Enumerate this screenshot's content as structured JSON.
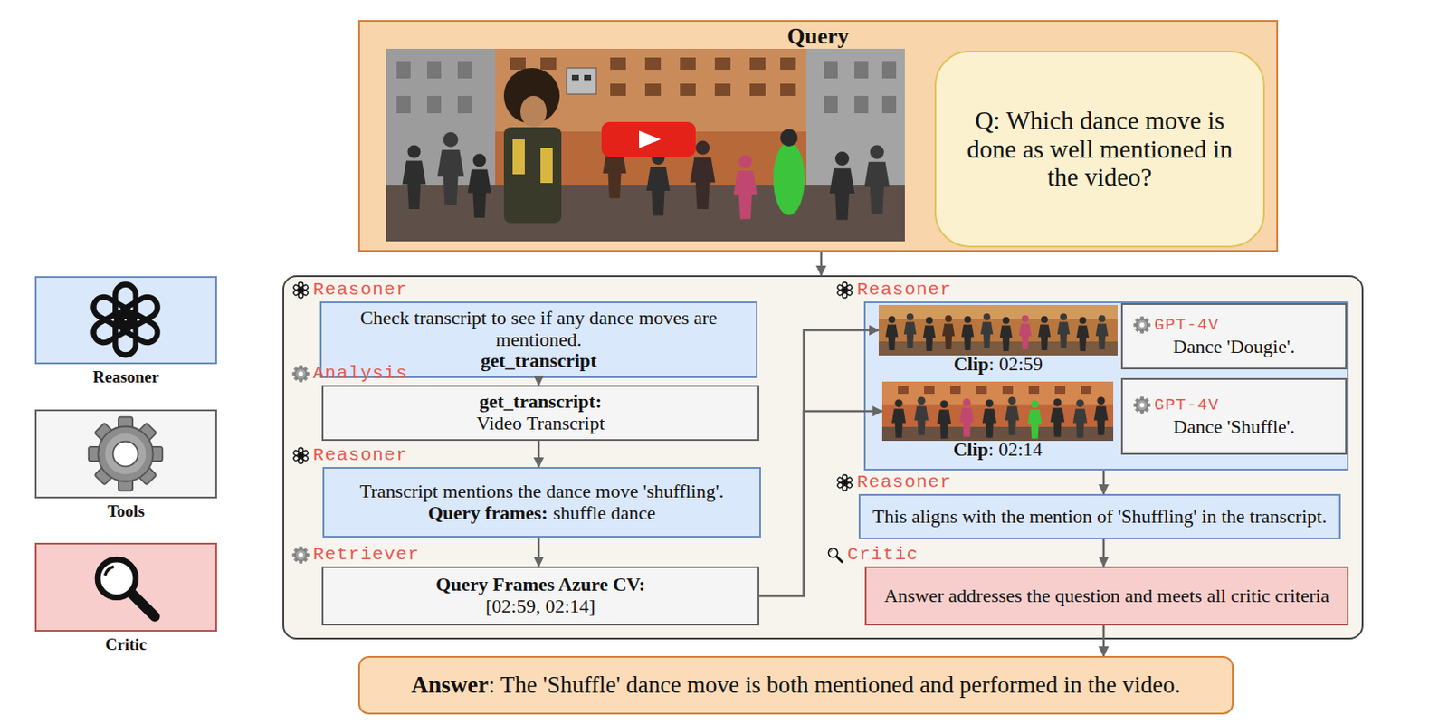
{
  "diagram": {
    "nodes": [
      {
        "text": [
          "Query"
        ]
      },
      {
        "text": [
          "Q: Which dance move is done as well mentioned in the video?"
        ],
        "in": 0
      },
      {
        "text": []
      },
      {
        "text": [
          "Reasoner",
          "Check transcript to see if any dance moves are mentioned.",
          "get_transcript"
        ],
        "in": 2
      },
      {
        "text": [
          "Analysis",
          "get_transcript:",
          "Video Transcript"
        ],
        "in": 2
      },
      {
        "text": [
          "Reasoner",
          "Transcript mentions the dance move 'shuffling'.",
          "Query frames:",
          "shuffle dance"
        ],
        "in": 2
      },
      {
        "text": [
          "Retriever",
          "Query Frames Azure CV:",
          "[02:59, 02:14]"
        ],
        "in": 2
      },
      {
        "text": [
          "Reasoner"
        ],
        "in": 2
      },
      {
        "text": [
          "Clip",
          ": 02:59"
        ],
        "in": 7
      },
      {
        "text": [
          "GPT-4V",
          "Dance 'Dougie'."
        ],
        "in": 7
      },
      {
        "text": [
          "Clip",
          ": 02:14"
        ],
        "in": 7
      },
      {
        "text": [
          "GPT-4V",
          "Dance 'Shuffle'."
        ],
        "in": 7
      },
      {
        "text": [
          "Reasoner",
          "This aligns with the mention of 'Shuffling' in the transcript."
        ],
        "in": 2
      },
      {
        "text": [
          "Critic",
          "Answer addresses the question and meets all critic criteria"
        ],
        "in": 2
      },
      {
        "text": [
          "Answer",
          ": The 'Shuffle' dance move is both mentioned and performed in the video."
        ]
      }
    ],
    "edges": [
      {
        "from": 0,
        "to": 2,
        "arrow": "to"
      },
      {
        "from": 3,
        "to": 4,
        "arrow": "to"
      },
      {
        "from": 4,
        "to": 5,
        "arrow": "to"
      },
      {
        "from": 5,
        "to": 6,
        "arrow": "to"
      },
      {
        "from": 6,
        "to": 8,
        "arrow": "to"
      },
      {
        "from": 6,
        "to": 10,
        "arrow": "to"
      },
      {
        "from": 7,
        "to": 12,
        "arrow": "to"
      },
      {
        "from": 12,
        "to": 13,
        "arrow": "to"
      },
      {
        "from": 13,
        "to": 14,
        "arrow": "to"
      }
    ],
    "legend": [
      {
        "text": "Reasoner",
        "color": "#dae8fc"
      },
      {
        "text": "Tools",
        "color": "#f5f5f5"
      },
      {
        "text": "Critic",
        "color": "#f8cecc"
      }
    ]
  }
}
